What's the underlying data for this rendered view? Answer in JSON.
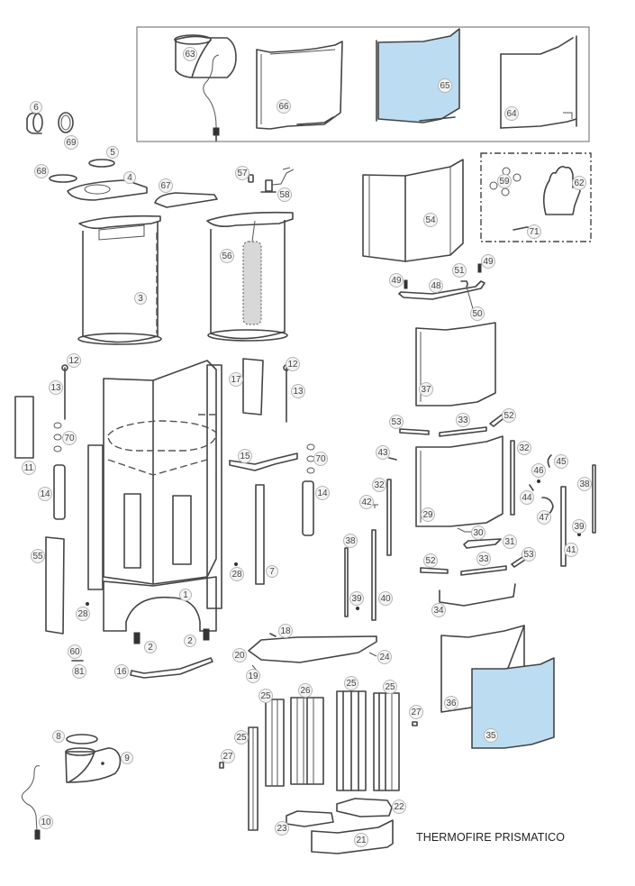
{
  "title": "THERMOFIRE PRISMATICO",
  "colors": {
    "glass_fill": "#bcdcf1",
    "line": "#444444",
    "callout_border": "#b5b5b5"
  },
  "groups": {
    "optional_kit_frame": "solid-border",
    "accessory_kit_frame": "dash-dot-border"
  },
  "callouts": [
    {
      "id": "c63",
      "label": "63",
      "part": "flue-adapter-with-probe"
    },
    {
      "id": "c66",
      "label": "66",
      "part": "door-frame-panel"
    },
    {
      "id": "c65",
      "label": "65",
      "part": "door-glass-blue"
    },
    {
      "id": "c64",
      "label": "64",
      "part": "door-frame-side"
    },
    {
      "id": "c6",
      "label": "6",
      "part": "flue-collar"
    },
    {
      "id": "c69",
      "label": "69",
      "part": "collar-gasket"
    },
    {
      "id": "c5",
      "label": "5",
      "part": "ring-gasket"
    },
    {
      "id": "c68",
      "label": "68",
      "part": "ring-gasket-small"
    },
    {
      "id": "c4",
      "label": "4",
      "part": "top-plate"
    },
    {
      "id": "c67",
      "label": "67",
      "part": "top-cover-half"
    },
    {
      "id": "c57",
      "label": "57",
      "part": "valve-cap"
    },
    {
      "id": "c58",
      "label": "58",
      "part": "air-vent-valve"
    },
    {
      "id": "c3",
      "label": "3",
      "part": "heat-exchanger-tank"
    },
    {
      "id": "c56",
      "label": "56",
      "part": "heat-exchanger-coil-tank"
    },
    {
      "id": "c54",
      "label": "54",
      "part": "outer-door-panel"
    },
    {
      "id": "c59",
      "label": "59",
      "part": "spacer-washers"
    },
    {
      "id": "c62",
      "label": "62",
      "part": "glove"
    },
    {
      "id": "c71",
      "label": "71",
      "part": "tool-hook"
    },
    {
      "id": "c49a",
      "label": "49",
      "part": "spring-left"
    },
    {
      "id": "c49b",
      "label": "49",
      "part": "spring-right"
    },
    {
      "id": "c51",
      "label": "51",
      "part": "handle-pin"
    },
    {
      "id": "c48",
      "label": "48",
      "part": "door-bottom-rail"
    },
    {
      "id": "c50",
      "label": "50",
      "part": "rod"
    },
    {
      "id": "c12a",
      "label": "12",
      "part": "tube-cap-left"
    },
    {
      "id": "c13a",
      "label": "13",
      "part": "tube-left"
    },
    {
      "id": "c12b",
      "label": "12",
      "part": "tube-cap-right"
    },
    {
      "id": "c13b",
      "label": "13",
      "part": "tube-right"
    },
    {
      "id": "c17",
      "label": "17",
      "part": "side-profile"
    },
    {
      "id": "c11",
      "label": "11",
      "part": "side-column"
    },
    {
      "id": "c70a",
      "label": "70",
      "part": "washers-left"
    },
    {
      "id": "c70b",
      "label": "70",
      "part": "washers-right"
    },
    {
      "id": "c15",
      "label": "15",
      "part": "front-bar"
    },
    {
      "id": "c14a",
      "label": "14",
      "part": "cylinder-left"
    },
    {
      "id": "c14b",
      "label": "14",
      "part": "cylinder-right"
    },
    {
      "id": "c55",
      "label": "55",
      "part": "corner-profile"
    },
    {
      "id": "c28a",
      "label": "28",
      "part": "screw-right"
    },
    {
      "id": "c7",
      "label": "7",
      "part": "upright-profile"
    },
    {
      "id": "c1",
      "label": "1",
      "part": "firebox-body"
    },
    {
      "id": "c28b",
      "label": "28",
      "part": "screw-left"
    },
    {
      "id": "c2a",
      "label": "2",
      "part": "foot-left"
    },
    {
      "id": "c2b",
      "label": "2",
      "part": "foot-right"
    },
    {
      "id": "c60",
      "label": "60",
      "part": "clip"
    },
    {
      "id": "c81",
      "label": "81",
      "part": "clip-pin"
    },
    {
      "id": "c16",
      "label": "16",
      "part": "bottom-bar"
    },
    {
      "id": "c37",
      "label": "37",
      "part": "glass-frame-upper"
    },
    {
      "id": "c53a",
      "label": "53",
      "part": "hinge-plate-left-top"
    },
    {
      "id": "c33a",
      "label": "33",
      "part": "hinge-bar-top"
    },
    {
      "id": "c52a",
      "label": "52",
      "part": "hinge-bracket-top"
    },
    {
      "id": "c43",
      "label": "43",
      "part": "screw-43"
    },
    {
      "id": "c32a",
      "label": "32",
      "part": "side-strip-right"
    },
    {
      "id": "c32b",
      "label": "32",
      "part": "side-strip-left"
    },
    {
      "id": "c45",
      "label": "45",
      "part": "latch-hook"
    },
    {
      "id": "c46",
      "label": "46",
      "part": "latch-screw"
    },
    {
      "id": "c38a",
      "label": "38",
      "part": "long-strip-right"
    },
    {
      "id": "c42",
      "label": "42",
      "part": "small-pin"
    },
    {
      "id": "c44",
      "label": "44",
      "part": "latch-body"
    },
    {
      "id": "c29",
      "label": "29",
      "part": "door-frame"
    },
    {
      "id": "c47",
      "label": "47",
      "part": "latch-handle"
    },
    {
      "id": "c39a",
      "label": "39",
      "part": "screw-39-right"
    },
    {
      "id": "c30",
      "label": "30",
      "part": "door-hinge"
    },
    {
      "id": "c31",
      "label": "31",
      "part": "handle-bar"
    },
    {
      "id": "c41",
      "label": "41",
      "part": "upright-41"
    },
    {
      "id": "c38b",
      "label": "38",
      "part": "long-strip-left"
    },
    {
      "id": "c52b",
      "label": "52",
      "part": "hinge-plate-left-bottom"
    },
    {
      "id": "c33b",
      "label": "33",
      "part": "hinge-bar-bottom"
    },
    {
      "id": "c53b",
      "label": "53",
      "part": "hinge-bracket-bottom"
    },
    {
      "id": "c39b",
      "label": "39",
      "part": "screw-39-left"
    },
    {
      "id": "c40",
      "label": "40",
      "part": "upright-40"
    },
    {
      "id": "c34",
      "label": "34",
      "part": "bottom-rail-34"
    },
    {
      "id": "c18",
      "label": "18",
      "part": "deflector-screw"
    },
    {
      "id": "c20",
      "label": "20",
      "part": "deflector-plate"
    },
    {
      "id": "c24",
      "label": "24",
      "part": "deflector-pin"
    },
    {
      "id": "c19",
      "label": "19",
      "part": "deflector-clip"
    },
    {
      "id": "c25a",
      "label": "25",
      "part": "refractory-panel-a"
    },
    {
      "id": "c26",
      "label": "26",
      "part": "refractory-panel-26"
    },
    {
      "id": "c25b",
      "label": "25",
      "part": "refractory-panel-b"
    },
    {
      "id": "c25c",
      "label": "25",
      "part": "refractory-panel-c"
    },
    {
      "id": "c25d",
      "label": "25",
      "part": "refractory-panel-d"
    },
    {
      "id": "c27a",
      "label": "27",
      "part": "clip-27-right"
    },
    {
      "id": "c27b",
      "label": "27",
      "part": "clip-27-left"
    },
    {
      "id": "c22",
      "label": "22",
      "part": "base-brick-right"
    },
    {
      "id": "c23",
      "label": "23",
      "part": "base-brick-left"
    },
    {
      "id": "c21",
      "label": "21",
      "part": "base-brick-front"
    },
    {
      "id": "c36",
      "label": "36",
      "part": "outer-glass-frame"
    },
    {
      "id": "c35",
      "label": "35",
      "part": "outer-glass-blue"
    },
    {
      "id": "c8",
      "label": "8",
      "part": "flue-ring"
    },
    {
      "id": "c9",
      "label": "9",
      "part": "flue-elbow"
    },
    {
      "id": "c10",
      "label": "10",
      "part": "probe-cable"
    }
  ]
}
